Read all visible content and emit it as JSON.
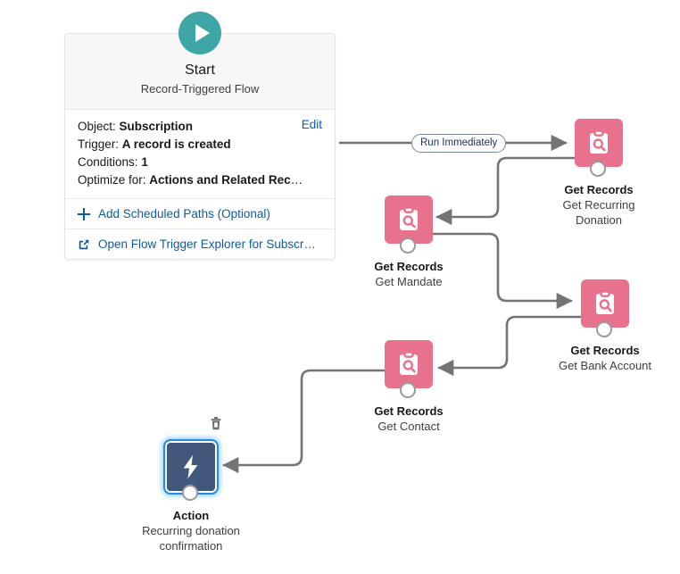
{
  "start": {
    "title": "Start",
    "subtitle": "Record-Triggered Flow",
    "play_icon": "play-icon",
    "edit_label": "Edit",
    "fields": [
      {
        "key": "Object:",
        "value": "Subscription"
      },
      {
        "key": "Trigger:",
        "value": "A record is created"
      },
      {
        "key": "Conditions:",
        "value": "1"
      },
      {
        "key": "Optimize for:",
        "value": "Actions and Related Recor…"
      }
    ],
    "scheduled_paths_label": "Add Scheduled Paths (Optional)",
    "trigger_explorer_label": "Open Flow Trigger Explorer for Subscr…"
  },
  "connector_label": "Run Immediately",
  "nodes": [
    {
      "id": "get-recurring-donation",
      "type": "Get Records",
      "name": "Get Recurring Donation",
      "icon": "clipboard-search-icon",
      "color": "#e8718d",
      "selected": false
    },
    {
      "id": "get-mandate",
      "type": "Get Records",
      "name": "Get Mandate",
      "icon": "clipboard-search-icon",
      "color": "#e8718d",
      "selected": false
    },
    {
      "id": "get-bank-account",
      "type": "Get Records",
      "name": "Get Bank Account",
      "icon": "clipboard-search-icon",
      "color": "#e8718d",
      "selected": false
    },
    {
      "id": "get-contact",
      "type": "Get Records",
      "name": "Get Contact",
      "icon": "clipboard-search-icon",
      "color": "#e8718d",
      "selected": false
    },
    {
      "id": "recurring-donation-confirmation",
      "type": "Action",
      "name": "Recurring donation confirmation",
      "name_line1": "Recurring donation",
      "name_line2": "confirmation",
      "icon": "lightning-bolt-icon",
      "color": "#41587c",
      "selected": true,
      "delete_icon": "trash-icon"
    }
  ],
  "colors": {
    "accent_link": "#0b5cab",
    "get_records": "#e8718d",
    "action": "#41587c",
    "start_play": "#3fa6a6",
    "connector": "#747474",
    "selection": "#1b8fe8"
  }
}
